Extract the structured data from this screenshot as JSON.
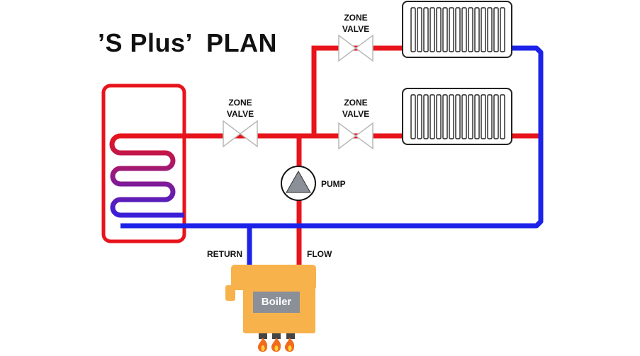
{
  "title": "’S Plus’  PLAN",
  "labels": {
    "zone_valve_top": [
      "ZONE",
      "VALVE"
    ],
    "zone_valve_mid": [
      "ZONE",
      "VALVE"
    ],
    "zone_valve_left": [
      "ZONE",
      "VALVE"
    ],
    "pump": "PUMP",
    "return": "RETURN",
    "flow": "FLOW",
    "boiler": "Boiler"
  },
  "colors": {
    "flow_pipe": "#e8141c",
    "return_pipe": "#1c22e8",
    "boiler_body": "#f7b24c",
    "boiler_label_bg": "#8a8f98",
    "flame": "#f26b1d"
  },
  "icons": [
    "zone-valve-icon",
    "pump-icon",
    "radiator-icon",
    "cylinder-coil-icon",
    "boiler-icon",
    "flame-icon"
  ]
}
